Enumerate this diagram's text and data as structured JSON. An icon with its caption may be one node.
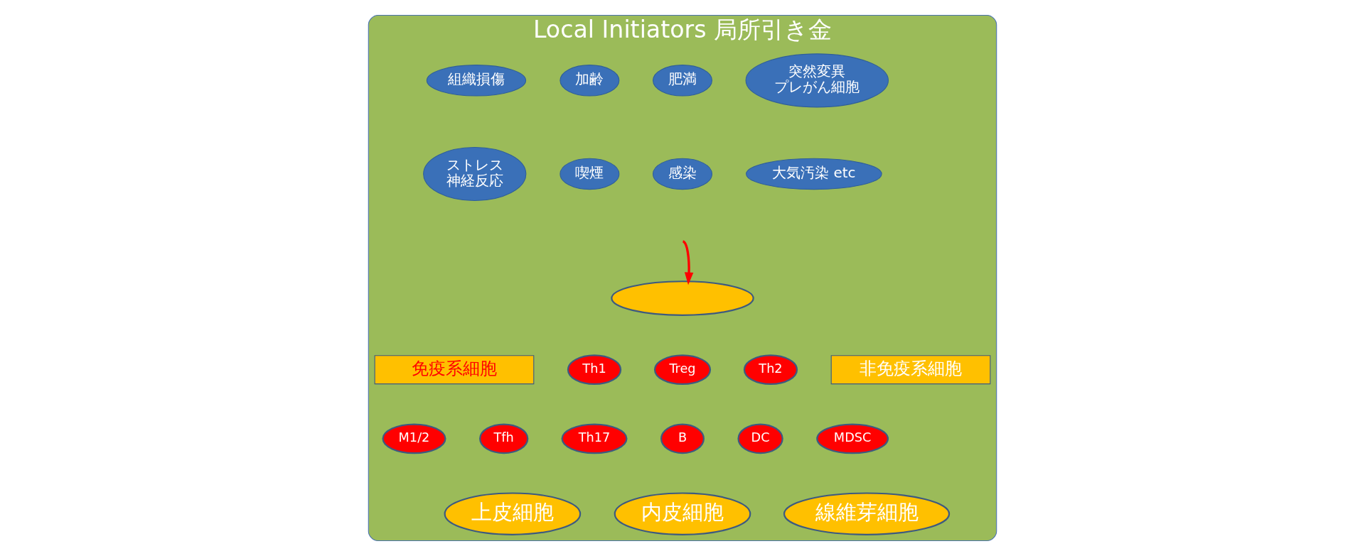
{
  "diagram": {
    "nodes": [
      {
        "text": [
          "Local Initiators 局所引き金"
        ]
      },
      {
        "text": [
          "組織損傷"
        ],
        "in": 0
      },
      {
        "text": [
          "加齢"
        ],
        "in": 0
      },
      {
        "text": [
          "肥満"
        ],
        "in": 0
      },
      {
        "text": [
          "突然変異",
          "プレがん細胞"
        ],
        "in": 0
      },
      {
        "text": [
          "ストレス",
          "神経反応"
        ],
        "in": 0
      },
      {
        "text": [
          "喫煙"
        ],
        "in": 0
      },
      {
        "text": [
          "感染"
        ],
        "in": 0
      },
      {
        "text": [
          "大気汚染 etc"
        ],
        "in": 0
      },
      {
        "text": [],
        "shape": "ellipse",
        "in": 0
      },
      {
        "text": [
          "免疫系細胞"
        ],
        "in": 0
      },
      {
        "text": [
          "非免疫系細胞"
        ],
        "in": 0
      },
      {
        "text": [
          "Treg"
        ],
        "in": 0
      },
      {
        "text": [
          "Th1"
        ],
        "in": 0
      },
      {
        "text": [
          "Th2"
        ],
        "in": 0
      },
      {
        "text": [
          "MDSC"
        ],
        "in": 0
      },
      {
        "text": [
          "M1/2"
        ],
        "in": 0
      },
      {
        "text": [
          "Th17"
        ],
        "in": 0
      },
      {
        "text": [
          "Tfh"
        ],
        "in": 0
      },
      {
        "text": [
          "B"
        ],
        "in": 0
      },
      {
        "text": [
          "DC"
        ],
        "in": 0
      },
      {
        "text": [
          "上皮細胞"
        ],
        "in": 0
      },
      {
        "text": [
          "線維芽細胞"
        ],
        "in": 0
      },
      {
        "text": [
          "内皮細胞"
        ],
        "in": 0
      }
    ],
    "edges": [
      {
        "from": null,
        "to": 9,
        "arrow": "to",
        "color": "#ff0000"
      }
    ]
  }
}
